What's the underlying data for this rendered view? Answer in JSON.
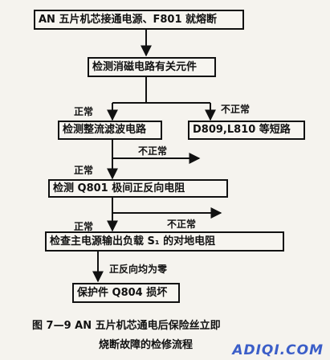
{
  "nodes": {
    "start": "AN 五片机芯接通电源、F801 就熔断",
    "check_degauss": "检测消磁电路有关元件",
    "check_rectifier": "检测整流滤波电路",
    "short_d809": "D809,L810 等短路",
    "check_q801": "检测 Q801 极间正反向电阻",
    "check_main_load": "检查主电源输出负载 S₁ 的对地电阻",
    "result_q804": "保护件 Q804 损坏"
  },
  "edge_labels": {
    "normal_1": "正常",
    "abnormal_1": "不正常",
    "abnormal_2": "不正常",
    "normal_2": "正常",
    "normal_3": "正常",
    "abnormal_3": "不正常",
    "zero": "正反向均为零"
  },
  "caption": {
    "line1": "图 7—9   AN 五片机芯通电后保险丝立即",
    "line2": "烧断故障的检修流程"
  },
  "watermark": "ADIQI.COM"
}
